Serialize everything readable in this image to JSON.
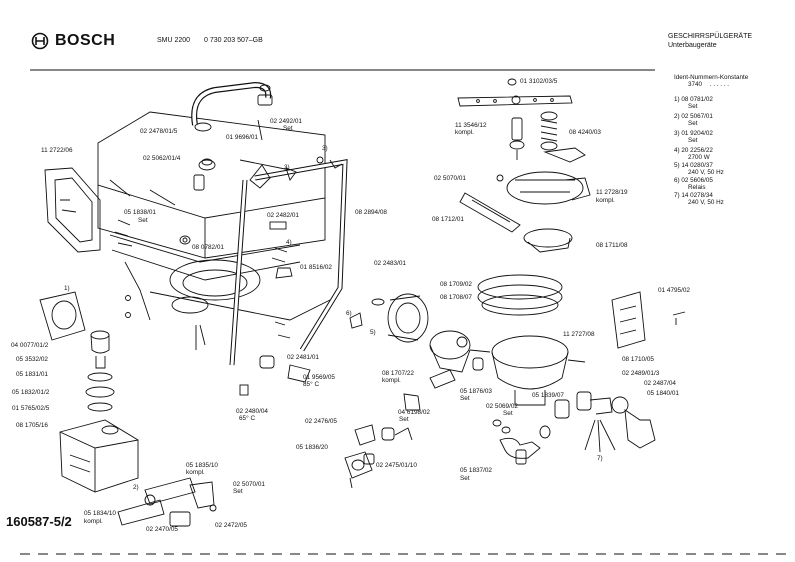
{
  "header": {
    "brand": "BOSCH",
    "model": "SMU 2200",
    "part_ref": "0 730 203 507–GB",
    "category": "GESCHIRRSPÜLGERÄTE",
    "subcategory": "Unterbaugeräte"
  },
  "legend": {
    "title": "Ident-Nummern-Konstante",
    "constant": "3740",
    "dots": ". . . . . .",
    "lines": [
      "1)  08 0781/02",
      "Set",
      "2)  02 5067/01",
      "Set",
      "3)  01 9204/02",
      "Set",
      "4)  20 2256/22",
      "2700 W",
      "5)  14 0280/37",
      "240 V, 50 Hz",
      "6)  02 5606/05",
      "Relais",
      "7)  14 0278/34",
      "240 V, 50 Hz"
    ]
  },
  "document_number": "160587-5/2",
  "labels": [
    {
      "id": "l1",
      "text": "01 3102/03/5"
    },
    {
      "id": "l2",
      "text": "11 3546/12"
    },
    {
      "id": "l3",
      "text": "kompl."
    },
    {
      "id": "l4",
      "text": "08 4240/03"
    },
    {
      "id": "l5",
      "text": "02 5070/01"
    },
    {
      "id": "l6",
      "text": "11 2728/19"
    },
    {
      "id": "l7",
      "text": "kompl."
    },
    {
      "id": "l8",
      "text": "08 1712/01"
    },
    {
      "id": "l9",
      "text": "08 1711/08"
    },
    {
      "id": "l10",
      "text": "02 2492/01"
    },
    {
      "id": "l11",
      "text": "Set"
    },
    {
      "id": "l12",
      "text": "02 2478/01/5"
    },
    {
      "id": "l13",
      "text": "01 9696/01"
    },
    {
      "id": "l14",
      "text": "02 5062/01/4"
    },
    {
      "id": "l15",
      "text": "11 2722/06"
    },
    {
      "id": "l16",
      "text": "3)"
    },
    {
      "id": "l17",
      "text": "3)"
    },
    {
      "id": "l18",
      "text": "05 1838/01"
    },
    {
      "id": "l19",
      "text": "Set"
    },
    {
      "id": "l20",
      "text": "02 2482/01"
    },
    {
      "id": "l21",
      "text": "08 2894/08"
    },
    {
      "id": "l22",
      "text": "08 0782/01"
    },
    {
      "id": "l23",
      "text": "4)"
    },
    {
      "id": "l24",
      "text": "01 8516/02"
    },
    {
      "id": "l25",
      "text": "02 2483/01"
    },
    {
      "id": "l26",
      "text": "08 1709/02"
    },
    {
      "id": "l27",
      "text": "08 1708/07"
    },
    {
      "id": "l28",
      "text": "01 4795/02"
    },
    {
      "id": "l29",
      "text": "1)"
    },
    {
      "id": "l30",
      "text": "04 0077/01/2"
    },
    {
      "id": "l31",
      "text": "05 3532/02"
    },
    {
      "id": "l32",
      "text": "6)"
    },
    {
      "id": "l33",
      "text": "5)"
    },
    {
      "id": "l34",
      "text": "11 2727/08"
    },
    {
      "id": "l35",
      "text": "08 1710/05"
    },
    {
      "id": "l36",
      "text": "02 2481/01"
    },
    {
      "id": "l37",
      "text": "05 1831/01"
    },
    {
      "id": "l38",
      "text": "05 1832/01/2"
    },
    {
      "id": "l39",
      "text": "01 5765/02/5"
    },
    {
      "id": "l40",
      "text": "08 1705/16"
    },
    {
      "id": "l41",
      "text": "01 9569/05"
    },
    {
      "id": "l42",
      "text": "85° C"
    },
    {
      "id": "l43",
      "text": "08 1707/22"
    },
    {
      "id": "l44",
      "text": "kompl."
    },
    {
      "id": "l45",
      "text": "05 1876/03"
    },
    {
      "id": "l46",
      "text": "Set"
    },
    {
      "id": "l47",
      "text": "02 2489/01/3"
    },
    {
      "id": "l48",
      "text": "02 2487/04"
    },
    {
      "id": "l49",
      "text": "05 1839/07"
    },
    {
      "id": "l50",
      "text": "05 1840/01"
    },
    {
      "id": "l51",
      "text": "02 2480/04"
    },
    {
      "id": "l52",
      "text": "65° C"
    },
    {
      "id": "l53",
      "text": "02 2476/05"
    },
    {
      "id": "l54",
      "text": "04 6198/02"
    },
    {
      "id": "l55",
      "text": "Set"
    },
    {
      "id": "l56",
      "text": "02 5069/02"
    },
    {
      "id": "l57",
      "text": "Set"
    },
    {
      "id": "l58",
      "text": "05 1836/20"
    },
    {
      "id": "l59",
      "text": "02 2475/01/10"
    },
    {
      "id": "l60",
      "text": "05 1835/10"
    },
    {
      "id": "l61",
      "text": "kompl."
    },
    {
      "id": "l62",
      "text": "2)"
    },
    {
      "id": "l63",
      "text": "02 5070/01"
    },
    {
      "id": "l64",
      "text": "Set"
    },
    {
      "id": "l65",
      "text": "05 1834/10"
    },
    {
      "id": "l66",
      "text": "kompl."
    },
    {
      "id": "l67",
      "text": "02 2470/05"
    },
    {
      "id": "l68",
      "text": "02 2472/05"
    },
    {
      "id": "l69",
      "text": "05 1837/02"
    },
    {
      "id": "l70",
      "text": "Set"
    },
    {
      "id": "l71",
      "text": "7)"
    }
  ]
}
